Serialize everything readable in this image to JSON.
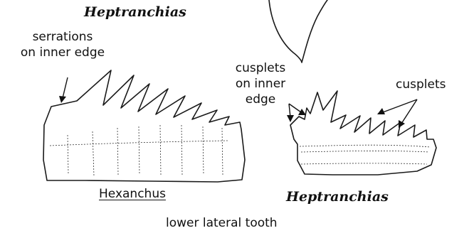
{
  "labels": {
    "top_genus": "Heptranchias",
    "serrations": [
      "serrations",
      "on inner edge"
    ],
    "cusplets_inner": [
      "cusplets",
      "on inner",
      "edge"
    ],
    "cusplets": "cusplets",
    "hexanchus": "Hexanchus",
    "bottom_genus": "Heptranchias",
    "caption": "lower lateral tooth"
  }
}
